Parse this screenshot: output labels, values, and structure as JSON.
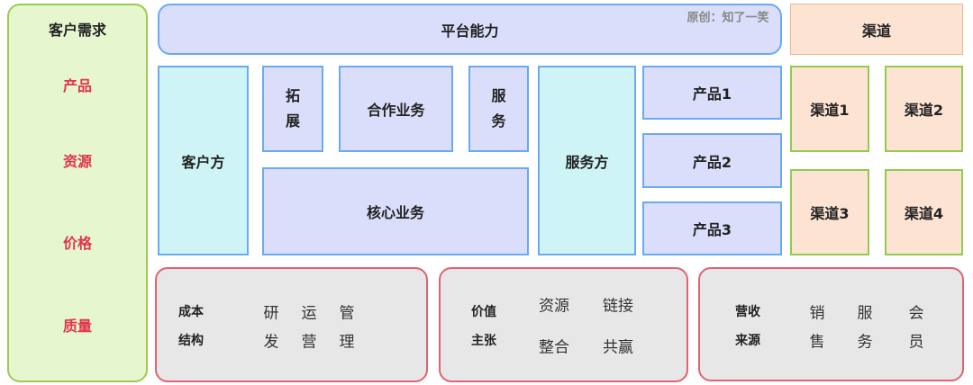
{
  "customer_needs": {
    "title": "客户需求",
    "items": [
      "产品",
      "资源",
      "价格",
      "质量"
    ]
  },
  "platform": {
    "title": "平台能力",
    "watermark": "原创：知了一笑"
  },
  "channels": {
    "title": "渠道",
    "items": [
      "渠道1",
      "渠道2",
      "渠道3",
      "渠道4"
    ]
  },
  "blocks": {
    "client_side": "客户方",
    "expand": "拓展",
    "partner_business": "合作业务",
    "service": "服务",
    "core_business": "核心业务",
    "service_side": "服务方"
  },
  "products": [
    "产品1",
    "产品2",
    "产品3"
  ],
  "bottom": {
    "cost": {
      "label": [
        "成本",
        "结构"
      ],
      "cols": [
        "研",
        "运",
        "管",
        "发",
        "营",
        "理"
      ]
    },
    "value": {
      "label": [
        "价值",
        "主张"
      ],
      "items": [
        "资源",
        "链接",
        "整合",
        "共赢"
      ]
    },
    "revenue": {
      "label": [
        "营收",
        "来源"
      ],
      "cols": [
        "销",
        "服",
        "会",
        "售",
        "务",
        "员"
      ]
    }
  },
  "colors": {
    "green": "#e6f6cf",
    "blue": "#dadefa",
    "cyan": "#cef4f5",
    "peach": "#fde3d2",
    "grey": "#e7e7e7",
    "red_text": "#e2344a"
  }
}
